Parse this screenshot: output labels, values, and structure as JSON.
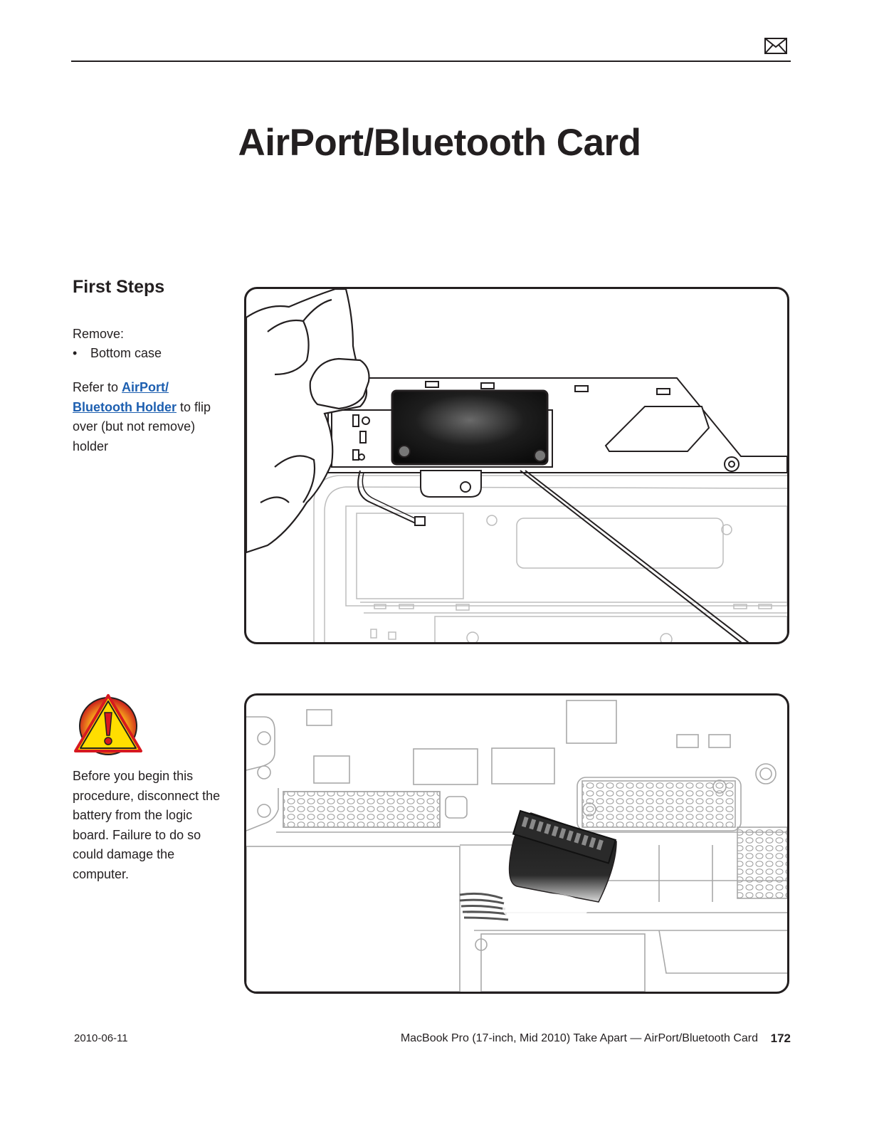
{
  "header": {
    "icon": "mail-icon"
  },
  "title": "AirPort/Bluetooth Card",
  "sidebar": {
    "heading": "First Steps",
    "remove_label": "Remove:",
    "remove_items": [
      "Bottom case"
    ],
    "bullet": "•",
    "refer_prefix": "Refer to ",
    "refer_link": "AirPort/ Bluetooth Holder",
    "refer_suffix": " to flip over (but not remove) holder"
  },
  "warning": {
    "icon": "warning-icon",
    "text": "Before you begin this procedure, disconnect the battery from the logic board. Failure to do so could damage the computer."
  },
  "figures": [
    {
      "name": "airport-card-holder-illustration"
    },
    {
      "name": "battery-connector-illustration"
    }
  ],
  "footer": {
    "date": "2010-06-11",
    "doc_title": "MacBook Pro (17-inch, Mid 2010) Take Apart — AirPort/Bluetooth Card",
    "page_number": "172"
  },
  "colors": {
    "text": "#231f20",
    "link": "#1d5fb0",
    "warning_red": "#d71920",
    "warning_yellow": "#ffde00"
  }
}
